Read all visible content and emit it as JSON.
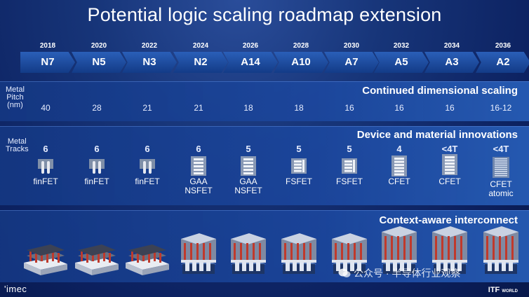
{
  "title": "Potential logic scaling roadmap extension",
  "timeline": [
    {
      "year": "2018",
      "node": "N7"
    },
    {
      "year": "2020",
      "node": "N5"
    },
    {
      "year": "2022",
      "node": "N3"
    },
    {
      "year": "2024",
      "node": "N2"
    },
    {
      "year": "2026",
      "node": "A14"
    },
    {
      "year": "2028",
      "node": "A10"
    },
    {
      "year": "2030",
      "node": "A7"
    },
    {
      "year": "2032",
      "node": "A5"
    },
    {
      "year": "2034",
      "node": "A3"
    },
    {
      "year": "2036",
      "node": "A2"
    }
  ],
  "pitch_panel": {
    "title": "Continued dimensional scaling",
    "label_line1": "Metal",
    "label_line2": "Pitch",
    "label_line3": "(nm)",
    "values": [
      "40",
      "28",
      "21",
      "21",
      "18",
      "18",
      "16",
      "16",
      "16",
      "16-12"
    ]
  },
  "device_panel": {
    "title": "Device and material innovations",
    "label_line1": "Metal",
    "label_line2": "Tracks",
    "tracks": [
      "6",
      "6",
      "6",
      "6",
      "5",
      "5",
      "5",
      "4",
      "<4T",
      "<4T"
    ],
    "devices": [
      {
        "line1": "finFET",
        "line2": "",
        "icon": "fin-icon"
      },
      {
        "line1": "finFET",
        "line2": "",
        "icon": "fin-icon"
      },
      {
        "line1": "finFET",
        "line2": "",
        "icon": "fin-icon"
      },
      {
        "line1": "GAA",
        "line2": "NSFET",
        "icon": "nanosheet-icon"
      },
      {
        "line1": "GAA",
        "line2": "NSFET",
        "icon": "nanosheet-icon"
      },
      {
        "line1": "FSFET",
        "line2": "",
        "icon": "forksheet-icon"
      },
      {
        "line1": "FSFET",
        "line2": "",
        "icon": "forksheet-icon"
      },
      {
        "line1": "CFET",
        "line2": "",
        "icon": "cfet-icon"
      },
      {
        "line1": "CFET",
        "line2": "",
        "icon": "cfet-icon"
      },
      {
        "line1": "CFET",
        "line2": "atomic",
        "icon": "cfet-atomic-icon"
      }
    ]
  },
  "interconnect_panel": {
    "title": "Context-aware interconnect"
  },
  "footer": {
    "logo": "'imec",
    "itf": "ITF",
    "itf_small": "WORLD",
    "watermark": "公众号 · 半导体行业观察"
  },
  "colors": {
    "background": "#0c2160",
    "chevron": "#2a5fb8",
    "panel": "#1c48a0"
  }
}
